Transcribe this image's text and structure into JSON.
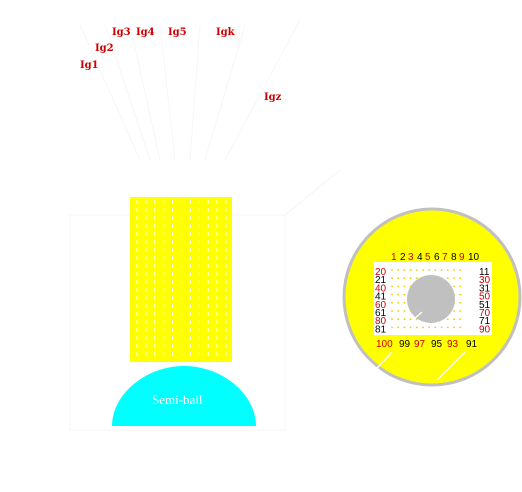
{
  "diagram": {
    "fiber_labels": [
      "Ig1",
      "Ig2",
      "Ig3",
      "Ig4",
      "Ig5",
      "Igk",
      "Igz"
    ],
    "semi_ball_label": "Semi-ball",
    "grid": {
      "top": [
        "1",
        "2",
        "3",
        "4",
        "5",
        "6",
        "7",
        "8",
        "9",
        "10"
      ],
      "left": [
        "20",
        "21",
        "40",
        "41",
        "60",
        "61",
        "80",
        "81"
      ],
      "right": [
        "11",
        "30",
        "31",
        "50",
        "51",
        "70",
        "71",
        "90"
      ],
      "bottom": [
        "100",
        "99",
        "97",
        "95",
        "93",
        "91"
      ]
    },
    "colors": {
      "fiber_bundle": "#ffff00",
      "semi_ball": "#00ffff",
      "disk": "#ffff00",
      "disk_rim": "#c0c0c0",
      "core": "#c0c0c0",
      "label_red": "#cc0000",
      "label_black": "#000000"
    },
    "highlighted_numbers": [
      "1",
      "3",
      "5",
      "7",
      "9",
      "20",
      "40",
      "60",
      "80",
      "30",
      "50",
      "70",
      "90",
      "100",
      "97",
      "93"
    ]
  }
}
